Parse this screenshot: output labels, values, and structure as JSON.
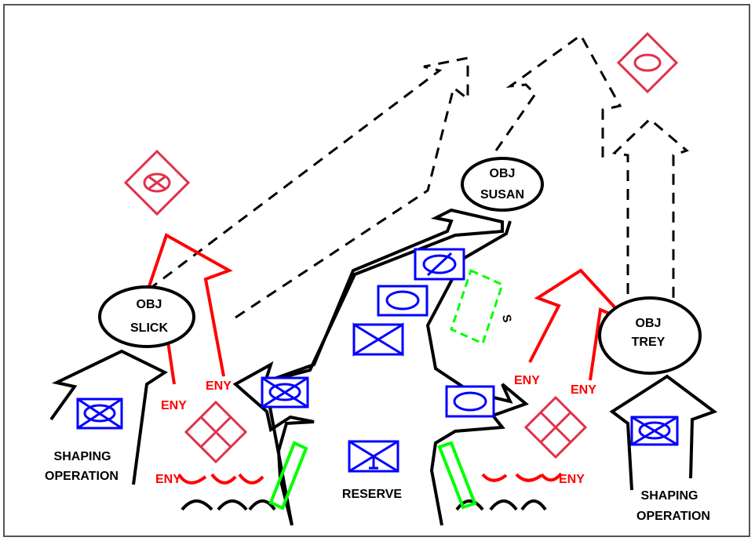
{
  "objectives": {
    "slick": {
      "line1": "OBJ",
      "line2": "SLICK"
    },
    "susan": {
      "line1": "OBJ",
      "line2": "SUSAN"
    },
    "trey": {
      "line1": "OBJ",
      "line2": "TREY"
    }
  },
  "enemy_label": "ENY",
  "shaping_left": {
    "line1": "SHAPING",
    "line2": "OPERATION"
  },
  "shaping_right": {
    "line1": "SHAPING",
    "line2": "OPERATION"
  },
  "reserve_label": "RESERVE",
  "support_label": "S",
  "colors": {
    "friendly": "#0000ff",
    "enemy": "#ff0000",
    "enemy_symbol": "#e0304a",
    "support": "#00ff00",
    "maneuver": "#000000"
  }
}
